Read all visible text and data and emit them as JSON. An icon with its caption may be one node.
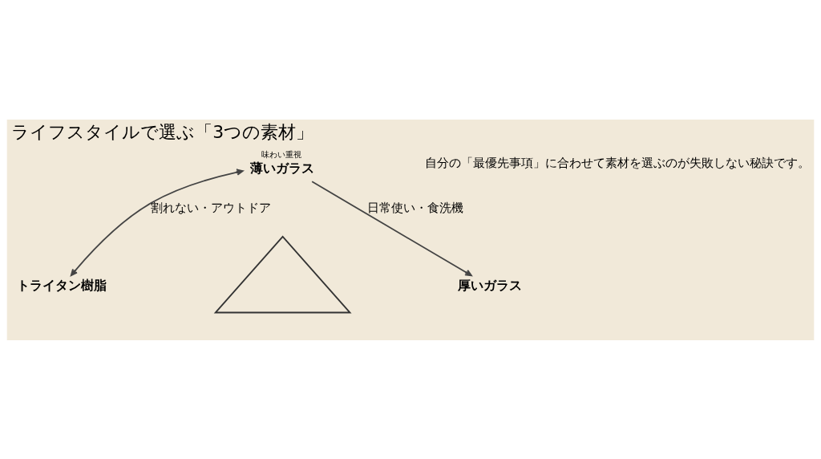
{
  "diagram": {
    "title": "ライフスタイルで選ぶ「3つの素材」",
    "nodes": [
      {
        "text": [
          "薄いガラス"
        ],
        "beside": [
          "味わい重視"
        ]
      },
      {
        "text": [
          "トライタン樹脂"
        ]
      },
      {
        "text": [
          "厚いガラス"
        ]
      },
      {
        "text": [],
        "shape": "triangle"
      }
    ],
    "edges": [
      {
        "from": 0,
        "to": 1,
        "arrow": "both",
        "label": "割れない・アウトドア"
      },
      {
        "from": 0,
        "to": 2,
        "arrow": "to",
        "label": "日常使い・食洗機"
      }
    ],
    "labels": [
      "自分の「最優先事項」に合わせて素材を選ぶのが失敗しない秘訣です。"
    ]
  }
}
